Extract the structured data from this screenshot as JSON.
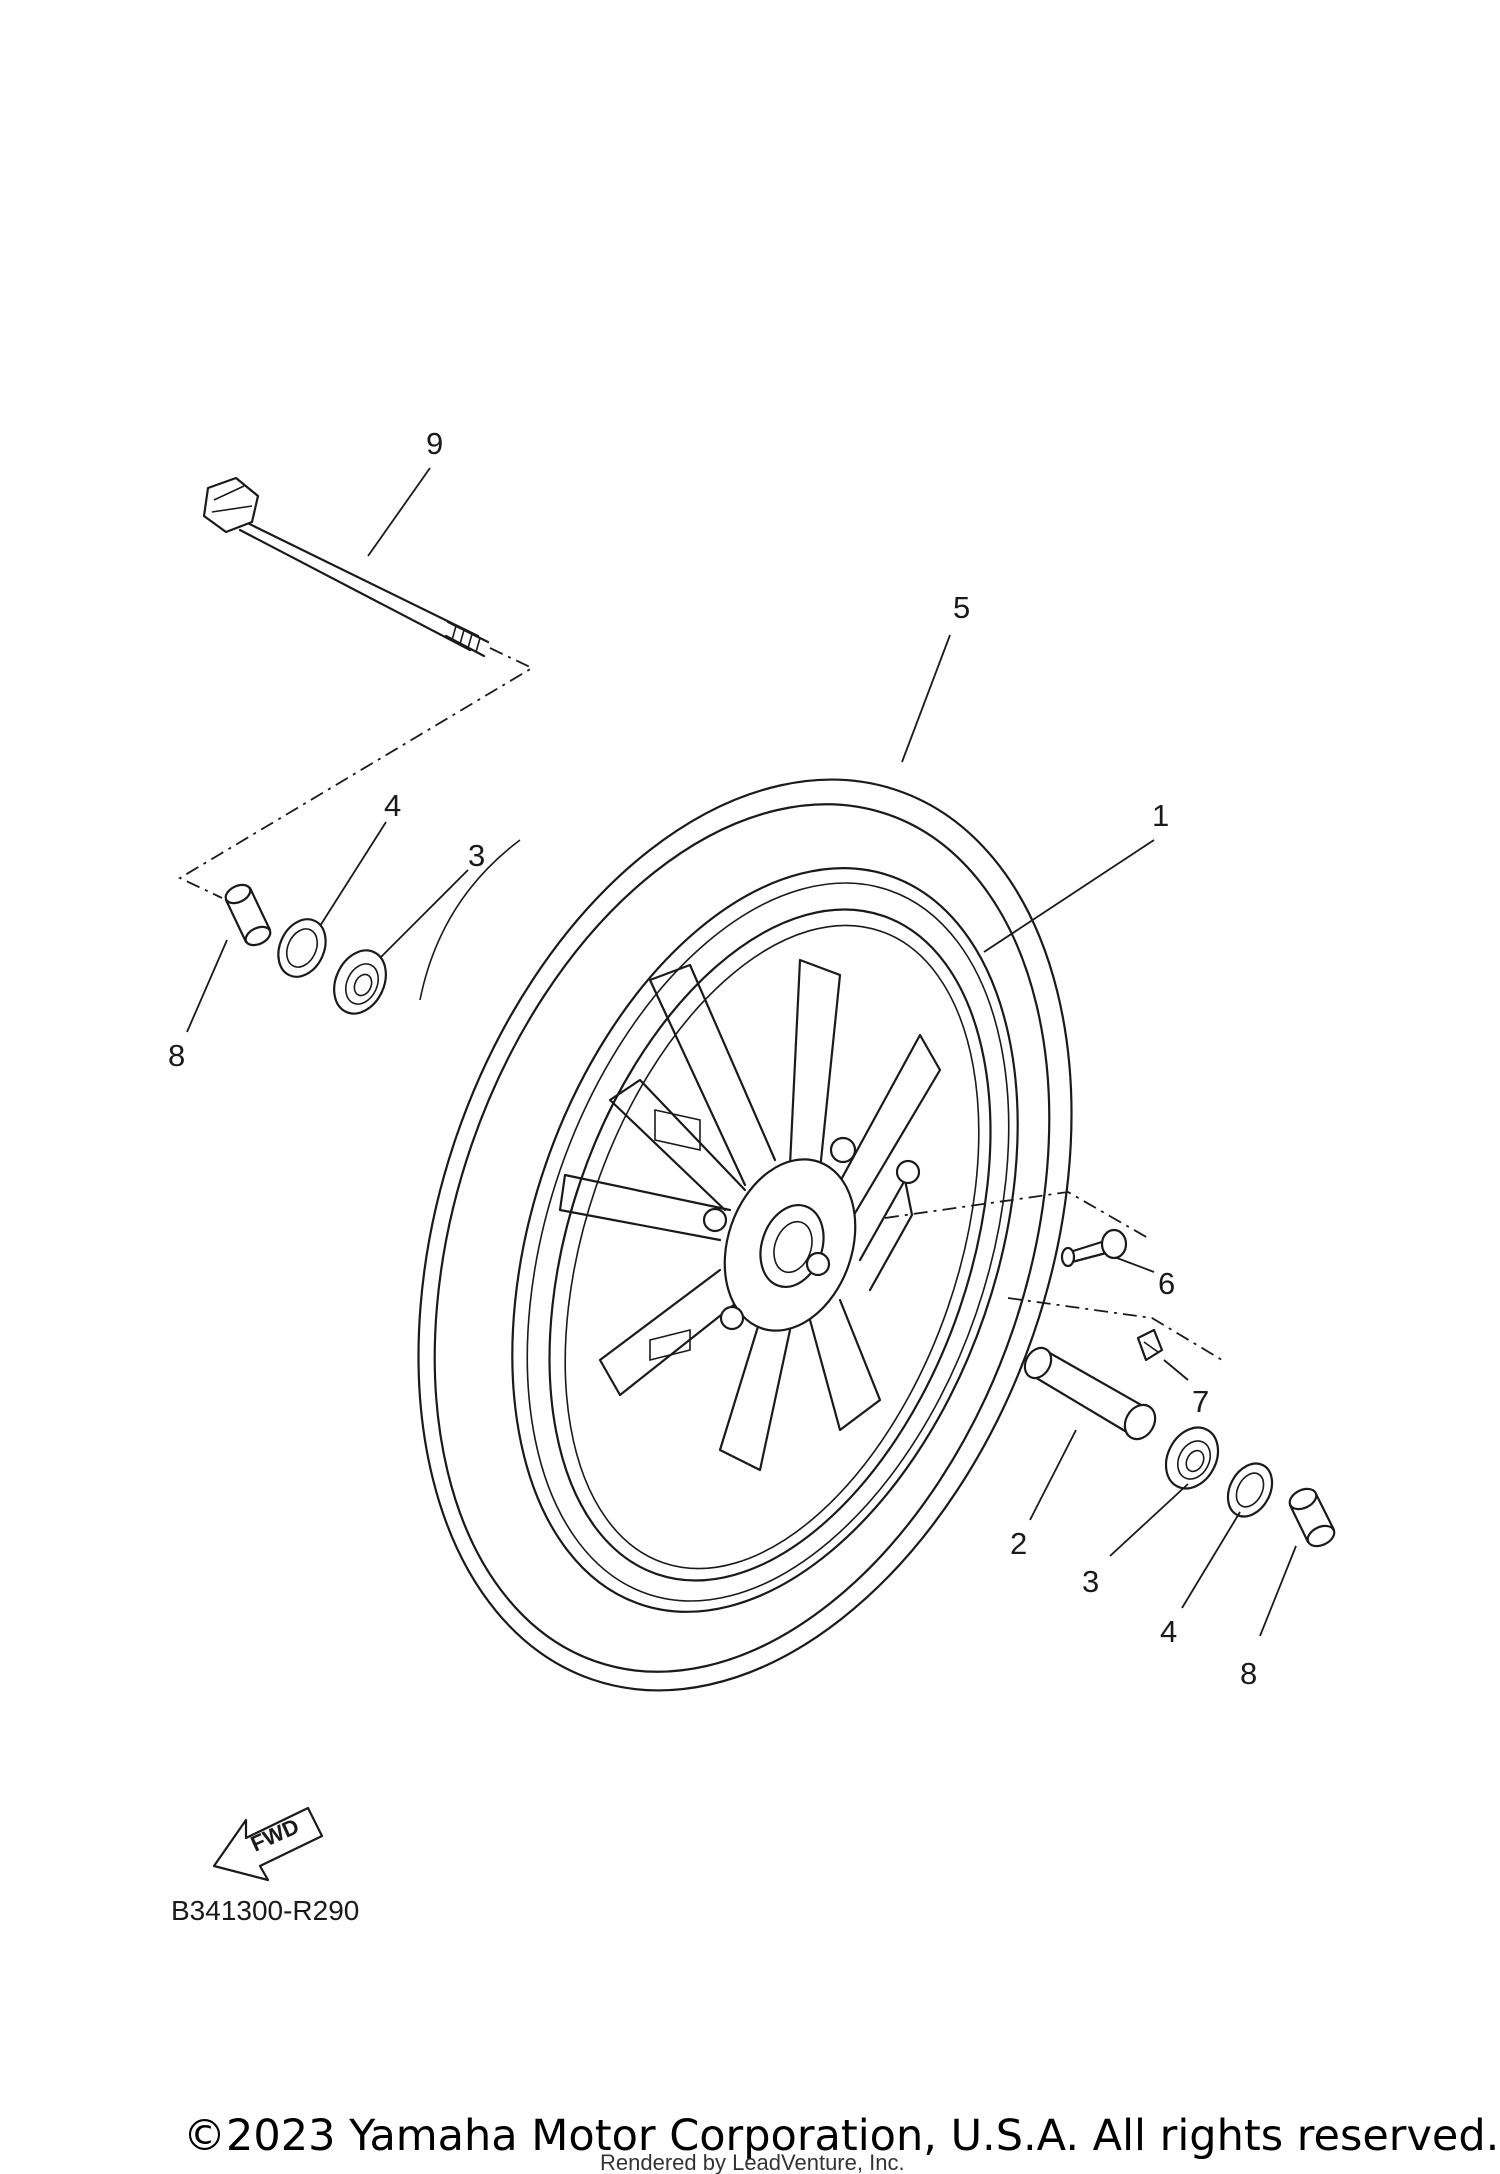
{
  "callouts": {
    "c1": "1",
    "c2": "2",
    "c3a": "3",
    "c3b": "3",
    "c4a": "4",
    "c4b": "4",
    "c5": "5",
    "c6": "6",
    "c7": "7",
    "c8a": "8",
    "c8b": "8",
    "c9": "9"
  },
  "fwd_label": "FWD",
  "diagram_code": "B341300-R290",
  "copyright": "©2023 Yamaha Motor Corporation, U.S.A. All rights reserved.",
  "rendered_by": "Rendered by LeadVenture, Inc."
}
